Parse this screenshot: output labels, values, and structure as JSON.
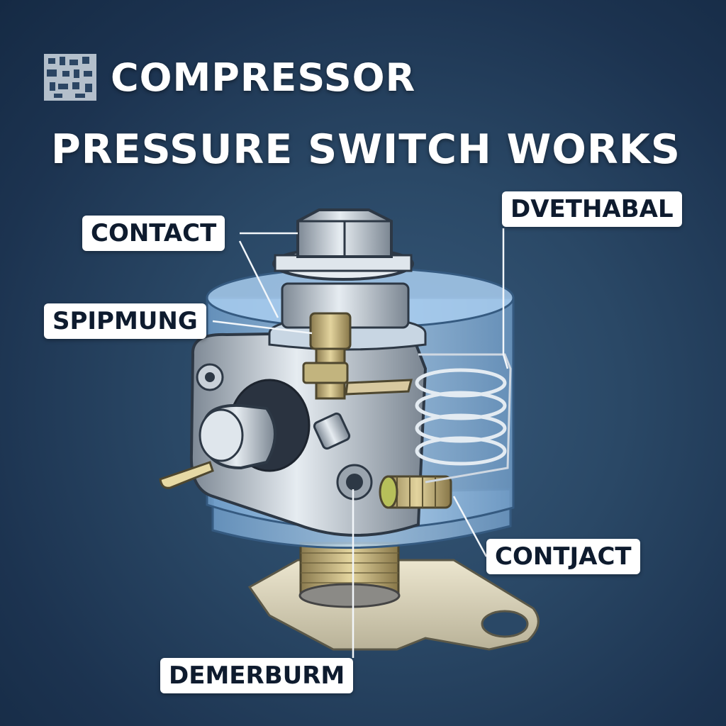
{
  "title": {
    "line1": "COMPRESSOR",
    "line2": "PRESSURE SWITCH WORKS"
  },
  "labels": {
    "contact_top": "CONTACT",
    "spring": "SPIPMUNG",
    "top_right": "DVETHABAL",
    "contact_right": "CONTJACT",
    "bottom": "DEMERBURM"
  },
  "colors": {
    "background": "#1c3350",
    "housing_blue": "#9cc8ee",
    "metal": "#b9c4cf",
    "brass": "#c9b27a",
    "label_bg": "#ffffff",
    "label_text": "#0e1b2e"
  },
  "icons": {
    "logo": "halftone-logo-icon"
  }
}
